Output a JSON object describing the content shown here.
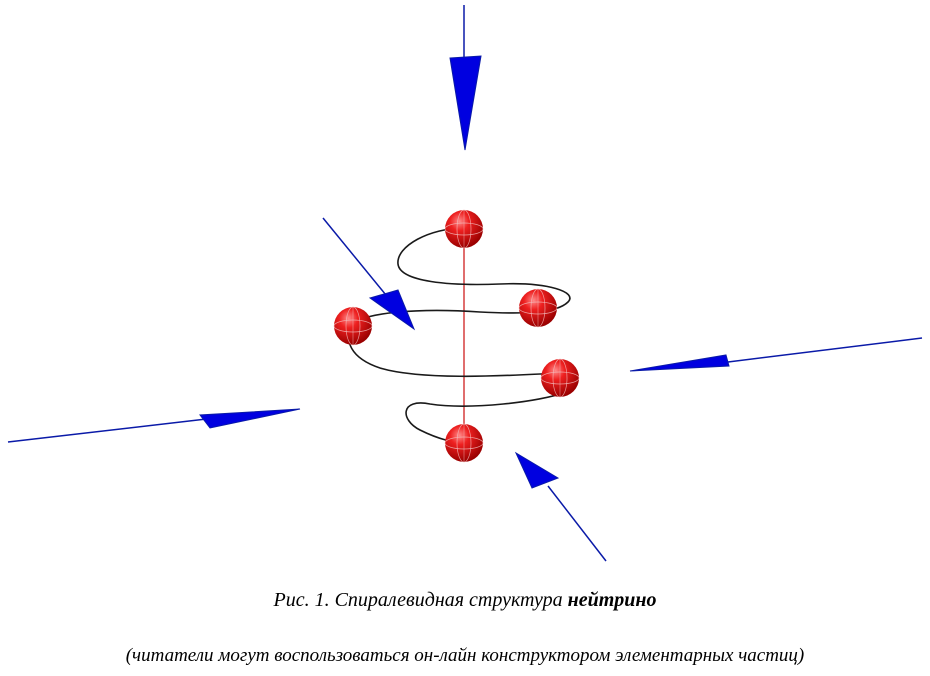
{
  "colors": {
    "arrow": "#0a1aa8",
    "arrow_fill": "#0000e0",
    "helix": "#1a1a1a",
    "axis": "#d02020",
    "sphere": "#dd1111",
    "sphere_grid": "#f2c0c0"
  },
  "caption": {
    "prefix": "Рис. 1. Спиралевидная структура ",
    "emphasis": "нейтрино",
    "note": "(читатели могут воспользоваться он-лайн конструктором элементарных частиц)"
  },
  "icons": {
    "arrow": "arrow-icon",
    "particle": "sphere-icon"
  }
}
